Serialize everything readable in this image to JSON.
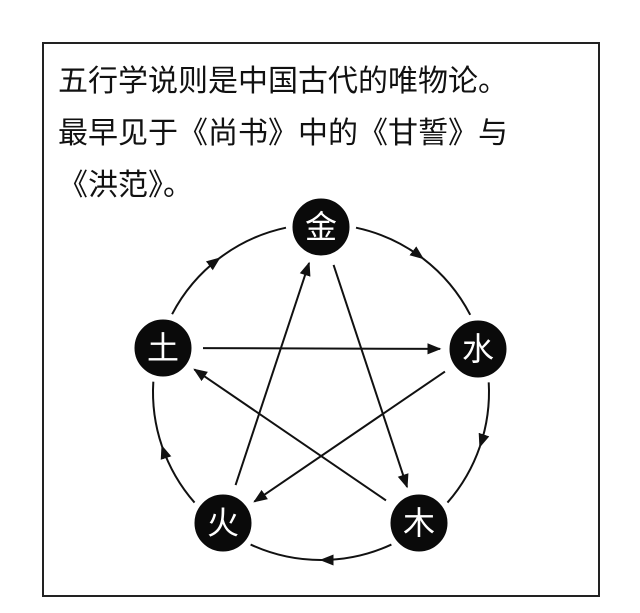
{
  "text_lines": [
    "五行学说则是中国古代的唯物论。",
    "最早见于《尚书》中的《甘誓》与",
    "《洪范》。"
  ],
  "nodes": [
    {
      "label": "金",
      "name": "metal"
    },
    {
      "label": "水",
      "name": "water"
    },
    {
      "label": "木",
      "name": "wood"
    },
    {
      "label": "火",
      "name": "fire"
    },
    {
      "label": "土",
      "name": "earth"
    }
  ],
  "cycle_arrows": [
    [
      "金",
      "水"
    ],
    [
      "水",
      "木"
    ],
    [
      "木",
      "火"
    ],
    [
      "火",
      "土"
    ],
    [
      "土",
      "金"
    ]
  ],
  "star_arrows": [
    [
      "土",
      "水"
    ],
    [
      "水",
      "火"
    ],
    [
      "火",
      "金"
    ],
    [
      "金",
      "木"
    ],
    [
      "木",
      "土"
    ]
  ],
  "colors": {
    "node_fill": "#0a0a0a",
    "node_text": "#ffffff",
    "line": "#111111"
  }
}
